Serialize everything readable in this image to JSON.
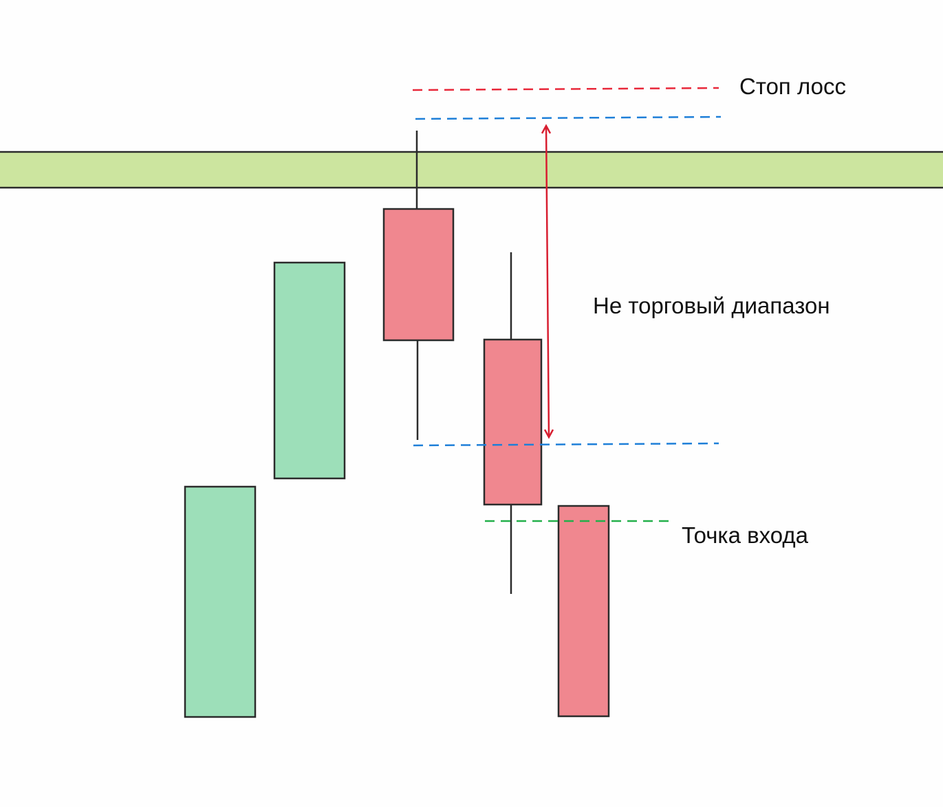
{
  "labels": {
    "stop_loss": "Стоп лосс",
    "non_trading_range": "Не торговый диапазон",
    "entry_point": "Точка входа"
  },
  "colors": {
    "bullish": "#9ddfb9",
    "bearish": "#f0878f",
    "zone": "#cce59f",
    "stop_loss_line": "#e8283a",
    "range_line": "#1e7fd8",
    "entry_line": "#22b04a",
    "arrow": "#d81e30",
    "outline": "#2b2b2b"
  },
  "candles": [
    {
      "direction": "bullish"
    },
    {
      "direction": "bullish"
    },
    {
      "direction": "bearish"
    },
    {
      "direction": "bearish"
    },
    {
      "direction": "bearish"
    }
  ]
}
